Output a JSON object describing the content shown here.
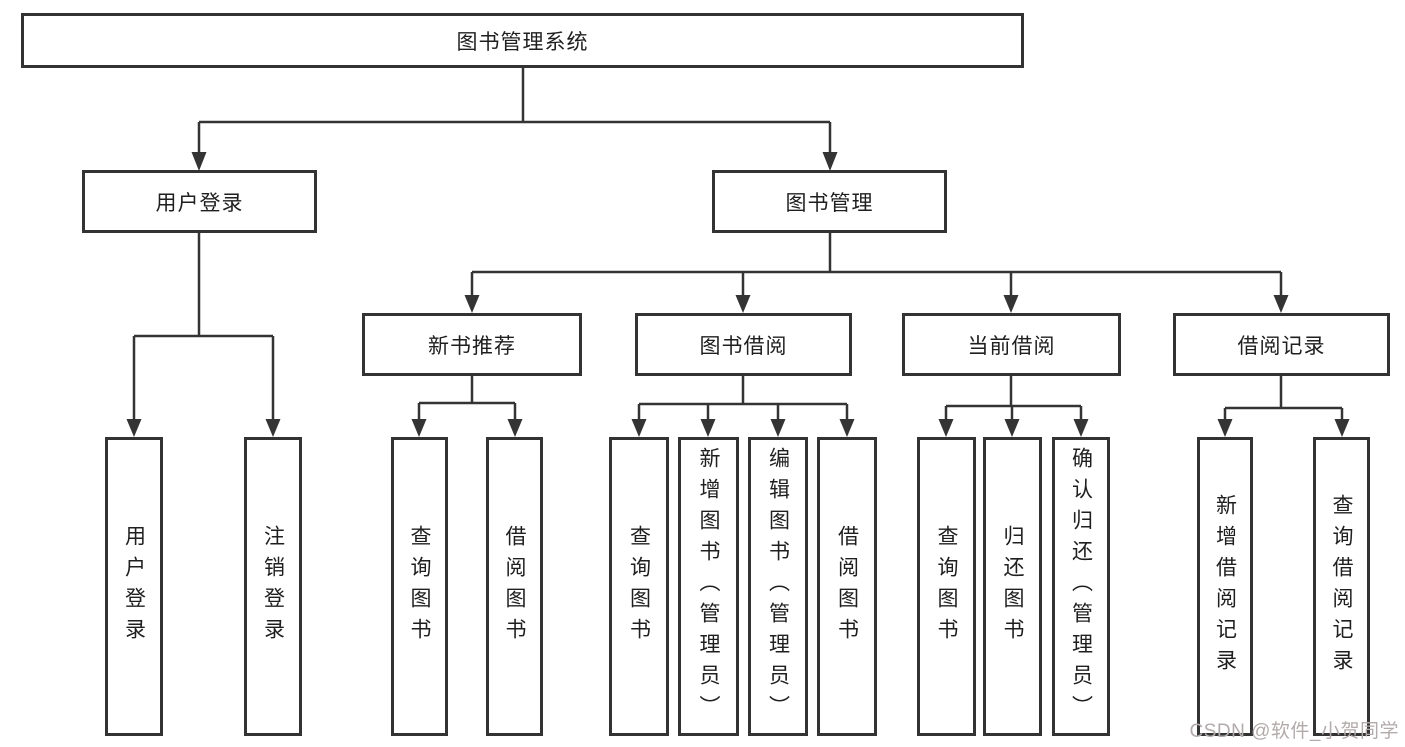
{
  "diagram": {
    "root": {
      "label": "图书管理系统"
    },
    "level2": [
      {
        "label": "用户登录"
      },
      {
        "label": "图书管理"
      }
    ],
    "level3": [
      {
        "label": "新书推荐"
      },
      {
        "label": "图书借阅"
      },
      {
        "label": "当前借阅"
      },
      {
        "label": "借阅记录"
      }
    ],
    "leaves": {
      "user_login": [
        "用户登录",
        "注销登录"
      ],
      "new_books": [
        "查询图书",
        "借阅图书"
      ],
      "book_borrow": [
        "查询图书",
        "新增图书（管理员）",
        "编辑图书（管理员）",
        "借阅图书"
      ],
      "current_borrow": [
        "查询图书",
        "归还图书",
        "确认归还（管理员）"
      ],
      "borrow_records": [
        "新增借阅记录",
        "查询借阅记录"
      ]
    }
  },
  "watermark": {
    "text": "CSDN @软件_小贺同学"
  },
  "colors": {
    "line": "#343434",
    "border": "#333333",
    "text": "#1f1f1f",
    "watermark": "#b3abab",
    "background": "#ffffff"
  }
}
